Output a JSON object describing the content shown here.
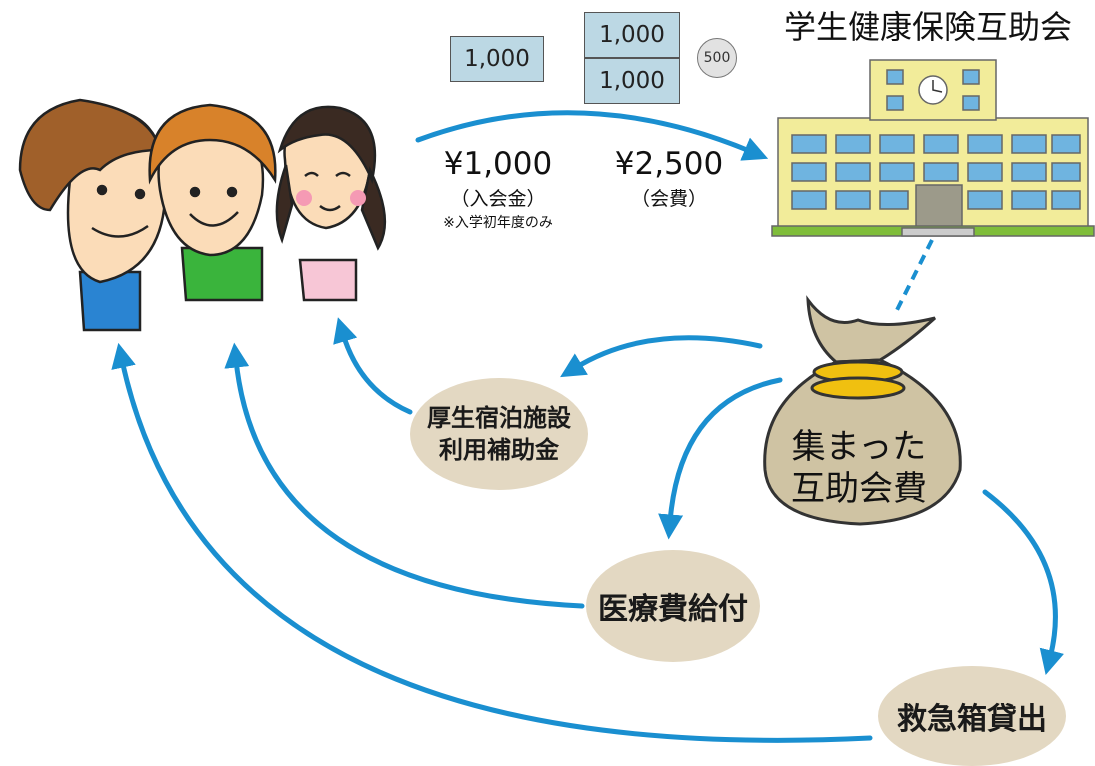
{
  "association_name": "学生健康保険互助会",
  "payments": {
    "entrance_fee": "¥1,000",
    "entrance_fee_label": "（入会金）",
    "entrance_fee_note": "※入学初年度のみ",
    "membership_fee": "¥2,500",
    "membership_fee_label": "（会費）"
  },
  "bills": [
    "1,000",
    "1,000",
    "1,000"
  ],
  "coin": "500",
  "fund": {
    "line1": "集まった",
    "line2": "互助会費"
  },
  "benefits": {
    "lodging": {
      "line1": "厚生宿泊施設",
      "line2": "利用補助金"
    },
    "medical": "医療費給付",
    "first_aid": "救急箱貸出"
  },
  "colors": {
    "arrow": "#1a8fd0",
    "bubble": "#e3d8c2",
    "bag": "#cfc3a3",
    "money": "#bcd8e4",
    "building": "#f2ec9a"
  }
}
